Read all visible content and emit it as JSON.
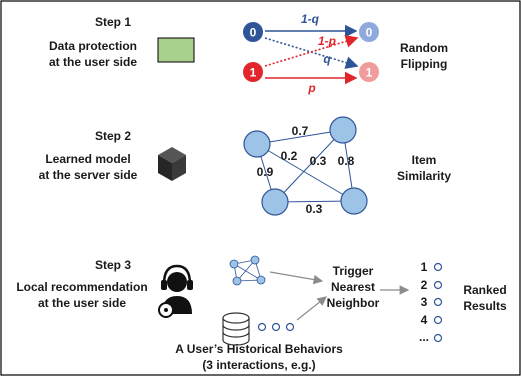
{
  "step1": {
    "title": "Step 1",
    "desc_line1": "Data protection",
    "desc_line2": "at the user side",
    "bit_zero": "0",
    "bit_one": "1",
    "label_1_minus_q": "1-q",
    "label_1_minus_p": "1-p",
    "label_q": "q",
    "label_p": "p",
    "side_line1": "Random",
    "side_line2": "Flipping",
    "colors": {
      "zero": "#2f5597",
      "zero_light": "#8fa9dc",
      "one": "#e0262b",
      "one_light": "#f19c9c",
      "box": "#a9d18e"
    }
  },
  "step2": {
    "title": "Step 2",
    "desc_line1": "Learned model",
    "desc_line2": "at the server side",
    "edge_labels": [
      "0.7",
      "0.2",
      "0.3",
      "0.8",
      "0.9",
      "0.3"
    ],
    "side_line1": "Item",
    "side_line2": "Similarity",
    "colors": {
      "node": "#9dc3e6",
      "node_stroke": "#2f5597"
    }
  },
  "step3": {
    "title": "Step 3",
    "desc_line1": "Local recommendation",
    "desc_line2": "at the user side",
    "trigger_line1": "Trigger",
    "trigger_line2": "Nearest",
    "trigger_line3": "Neighbor",
    "ranks": [
      "1",
      "2",
      "3",
      "4",
      "..."
    ],
    "ranked_line1": "Ranked",
    "ranked_line2": "Results",
    "history_line1": "A User’s Historical Behaviors",
    "history_line2": "(3 interactions, e.g.)"
  }
}
